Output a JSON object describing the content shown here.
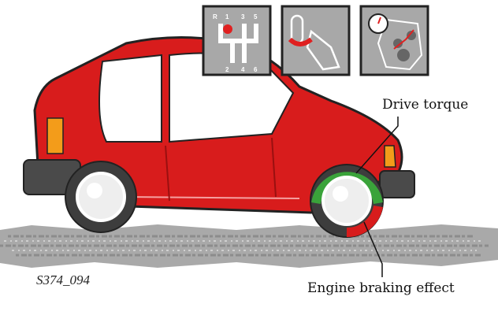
{
  "figure_id": "S374_094",
  "labels": {
    "drive_torque": "Drive torque",
    "engine_braking": "Engine braking effect"
  },
  "icons": [
    {
      "name": "gear-shift-icon",
      "gears_top": [
        "R",
        "1",
        "3",
        "5"
      ],
      "gears_bottom": [
        "2",
        "4",
        "6"
      ]
    },
    {
      "name": "clutch-pedal-icon"
    },
    {
      "name": "engine-speed-icon"
    }
  ],
  "colors": {
    "body": "#d81c1c",
    "drive": "#3aa33a",
    "braking": "#d81c1c",
    "tire": "#3d3d3d",
    "icon_bg": "#a8a8a8"
  }
}
